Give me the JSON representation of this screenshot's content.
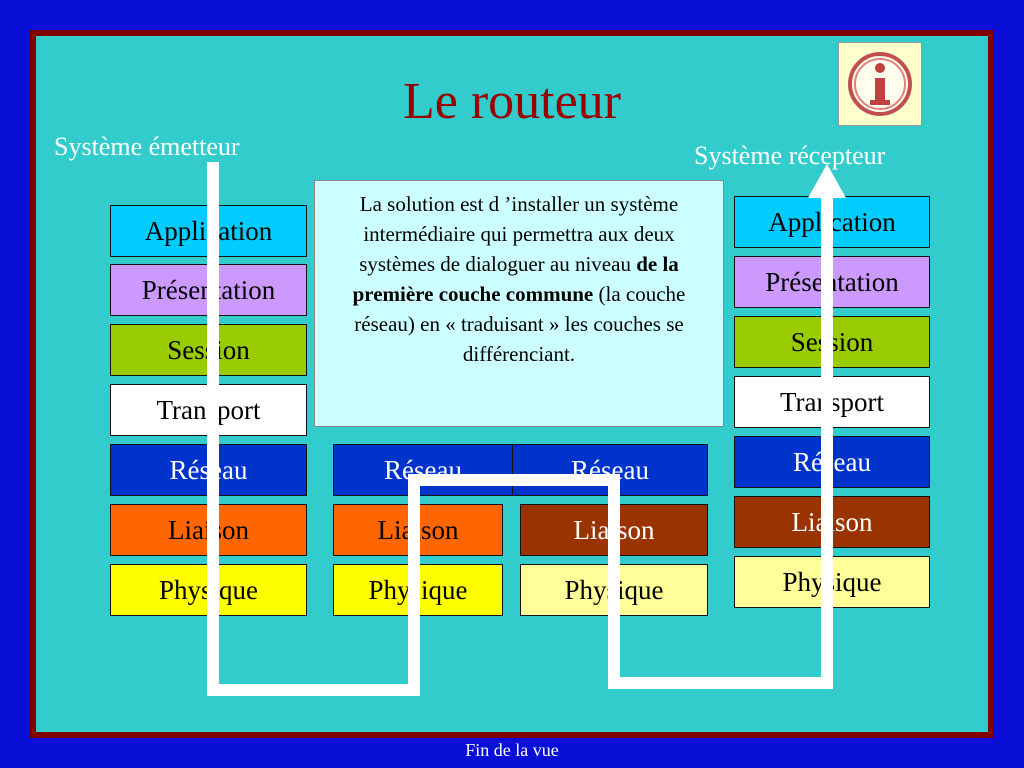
{
  "title": "Le routeur",
  "sender_caption": "Système émetteur",
  "receiver_caption": "Système récepteur",
  "info_icon": "info-icon",
  "note": {
    "part1": "La solution est d ’installer un système intermédiaire qui permettra aux deux systèmes de dialoguer au niveau ",
    "bold": "de la première couche commune",
    "part2": " (la couche réseau) en « traduisant » les couches se différenciant."
  },
  "sender_stack": [
    "Application",
    "Présentation",
    "Session",
    "Transport",
    "Réseau",
    "Liaison",
    "Physique"
  ],
  "receiver_stack": [
    "Application",
    "Présentation",
    "Session",
    "Transport",
    "Réseau",
    "Liaison",
    "Physique"
  ],
  "router_left": [
    "Réseau",
    "Liaison",
    "Physique"
  ],
  "router_right": [
    "Réseau",
    "Liaison",
    "Physique"
  ],
  "colors": {
    "application": "#00ccff",
    "presentation": "#cc99ff",
    "session": "#99cc00",
    "transport": "#ffffff",
    "reseau": "#0033cc",
    "liaison_a": "#ff6600",
    "liaison_b": "#993300",
    "physique": "#ffff00",
    "physique_b": "#ffff99",
    "reseau_text": "#ffffff",
    "liaison_b_text": "#ffffff"
  },
  "footer": "Fin de la vue"
}
